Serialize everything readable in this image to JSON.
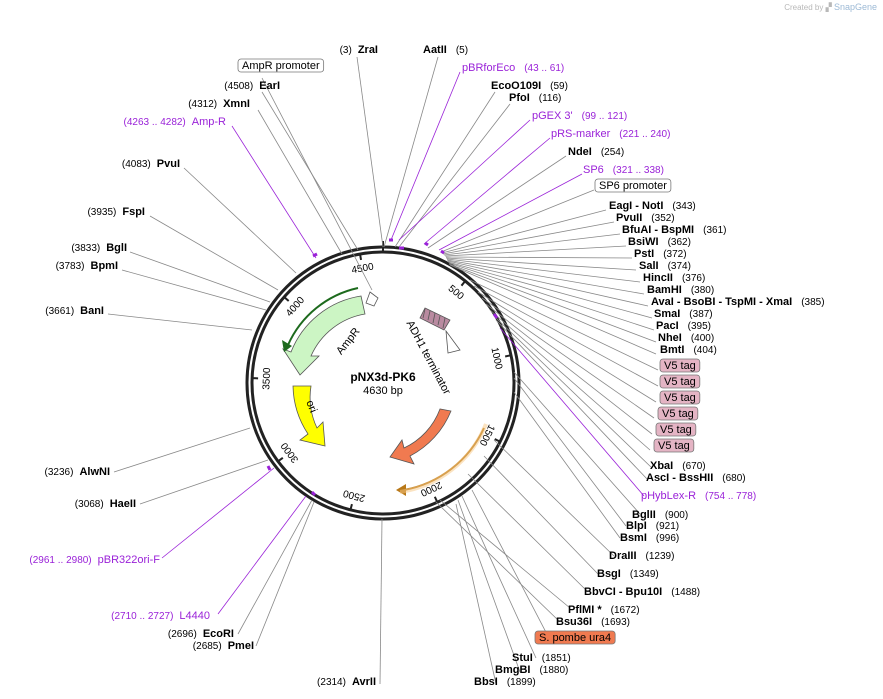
{
  "brand": {
    "prefix": "Created by",
    "name": "SnapGene"
  },
  "plasmid": {
    "name": "pNX3d-PK6",
    "size_label": "4630 bp",
    "length": 4630
  },
  "colors": {
    "primer": "#9a22d8",
    "enzyme": "#000000",
    "ampr": "#ccf5c4",
    "ori": "#ffff00",
    "ura4": "#f07a50",
    "adh1": "#b98aa0",
    "v5": "#e4b4c4",
    "promoter": "#ffffff"
  },
  "ticks": [
    "500",
    "1000",
    "1500",
    "2000",
    "2500",
    "3000",
    "3500",
    "4000",
    "4500"
  ],
  "features": [
    {
      "name": "AmpR",
      "color": "#ccf5c4"
    },
    {
      "name": "ori",
      "color": "#ffff00"
    },
    {
      "name": "ADH1 terminator",
      "color": "#b98aa0"
    }
  ],
  "ura4_feature": {
    "name": "S. pombe ura4"
  },
  "labels": [
    {
      "kind": "enzyme",
      "name": "ZraI",
      "pos": "(3)"
    },
    {
      "kind": "enzyme",
      "name": "AatII",
      "pos": "(5)"
    },
    {
      "kind": "box",
      "name": "AmpR promoter"
    },
    {
      "kind": "primer",
      "name": "pBRforEco",
      "pos": "(43 .. 61)"
    },
    {
      "kind": "enzyme",
      "name": "EarI",
      "pos": "(4508)"
    },
    {
      "kind": "enzyme",
      "name": "EcoO109I",
      "pos": "(59)"
    },
    {
      "kind": "enzyme",
      "name": "XmnI",
      "pos": "(4312)"
    },
    {
      "kind": "enzyme",
      "name": "PfoI",
      "pos": "(116)"
    },
    {
      "kind": "primer",
      "name": "Amp-R",
      "pos": "(4263 .. 4282)"
    },
    {
      "kind": "primer",
      "name": "pGEX 3'",
      "pos": "(99 .. 121)"
    },
    {
      "kind": "primer",
      "name": "pRS-marker",
      "pos": "(221 .. 240)"
    },
    {
      "kind": "enzyme",
      "name": "NdeI",
      "pos": "(254)"
    },
    {
      "kind": "enzyme",
      "name": "PvuI",
      "pos": "(4083)"
    },
    {
      "kind": "primer",
      "name": "SP6",
      "pos": "(321 .. 338)"
    },
    {
      "kind": "box",
      "name": "SP6 promoter"
    },
    {
      "kind": "enzyme",
      "name": "FspI",
      "pos": "(3935)"
    },
    {
      "kind": "enzyme",
      "name": "EagI - NotI",
      "pos": "(343)"
    },
    {
      "kind": "enzyme",
      "name": "PvuII",
      "pos": "(352)"
    },
    {
      "kind": "enzyme",
      "name": "BfuAI - BspMI",
      "pos": "(361)"
    },
    {
      "kind": "enzyme",
      "name": "BglI",
      "pos": "(3833)"
    },
    {
      "kind": "enzyme",
      "name": "BsiWI",
      "pos": "(362)"
    },
    {
      "kind": "enzyme",
      "name": "BpmI",
      "pos": "(3783)"
    },
    {
      "kind": "enzyme",
      "name": "PstI",
      "pos": "(372)"
    },
    {
      "kind": "enzyme",
      "name": "SalI",
      "pos": "(374)"
    },
    {
      "kind": "enzyme",
      "name": "HincII",
      "pos": "(376)"
    },
    {
      "kind": "enzyme",
      "name": "BamHI",
      "pos": "(380)"
    },
    {
      "kind": "enzyme",
      "name": "AvaI - BsoBI - TspMI - XmaI",
      "pos": "(385)"
    },
    {
      "kind": "enzyme",
      "name": "BanI",
      "pos": "(3661)"
    },
    {
      "kind": "enzyme",
      "name": "SmaI",
      "pos": "(387)"
    },
    {
      "kind": "enzyme",
      "name": "PacI",
      "pos": "(395)"
    },
    {
      "kind": "enzyme",
      "name": "NheI",
      "pos": "(400)"
    },
    {
      "kind": "enzyme",
      "name": "BmtI",
      "pos": "(404)"
    },
    {
      "kind": "tag",
      "name": "V5 tag"
    },
    {
      "kind": "tag",
      "name": "V5 tag"
    },
    {
      "kind": "tag",
      "name": "V5 tag"
    },
    {
      "kind": "tag",
      "name": "V5 tag"
    },
    {
      "kind": "tag",
      "name": "V5 tag"
    },
    {
      "kind": "tag",
      "name": "V5 tag"
    },
    {
      "kind": "enzyme",
      "name": "XbaI",
      "pos": "(670)"
    },
    {
      "kind": "enzyme",
      "name": "AlwNI",
      "pos": "(3236)"
    },
    {
      "kind": "enzyme",
      "name": "AscI - BssHII",
      "pos": "(680)"
    },
    {
      "kind": "primer",
      "name": "pHybLex-R",
      "pos": "(754 .. 778)"
    },
    {
      "kind": "enzyme",
      "name": "BglII",
      "pos": "(900)"
    },
    {
      "kind": "enzyme",
      "name": "HaeII",
      "pos": "(3068)"
    },
    {
      "kind": "enzyme",
      "name": "BlpI",
      "pos": "(921)"
    },
    {
      "kind": "enzyme",
      "name": "BsmI",
      "pos": "(996)"
    },
    {
      "kind": "primer",
      "name": "pBR322ori-F",
      "pos": "(2961 .. 2980)"
    },
    {
      "kind": "enzyme",
      "name": "DraIII",
      "pos": "(1239)"
    },
    {
      "kind": "enzyme",
      "name": "BsgI",
      "pos": "(1349)"
    },
    {
      "kind": "enzyme",
      "name": "BbvCI - Bpu10I",
      "pos": "(1488)"
    },
    {
      "kind": "enzyme",
      "name": "PflMI *",
      "pos": "(1672)"
    },
    {
      "kind": "primer",
      "name": "L4440",
      "pos": "(2710 .. 2727)"
    },
    {
      "kind": "enzyme",
      "name": "Bsu36I",
      "pos": "(1693)"
    },
    {
      "kind": "enzyme",
      "name": "EcoRI",
      "pos": "(2696)"
    },
    {
      "kind": "ura4",
      "name": "S. pombe ura4"
    },
    {
      "kind": "enzyme",
      "name": "PmeI",
      "pos": "(2685)"
    },
    {
      "kind": "enzyme",
      "name": "StuI",
      "pos": "(1851)"
    },
    {
      "kind": "enzyme",
      "name": "BmgBI",
      "pos": "(1880)"
    },
    {
      "kind": "enzyme",
      "name": "AvrII",
      "pos": "(2314)"
    },
    {
      "kind": "enzyme",
      "name": "BbsI",
      "pos": "(1899)"
    }
  ]
}
